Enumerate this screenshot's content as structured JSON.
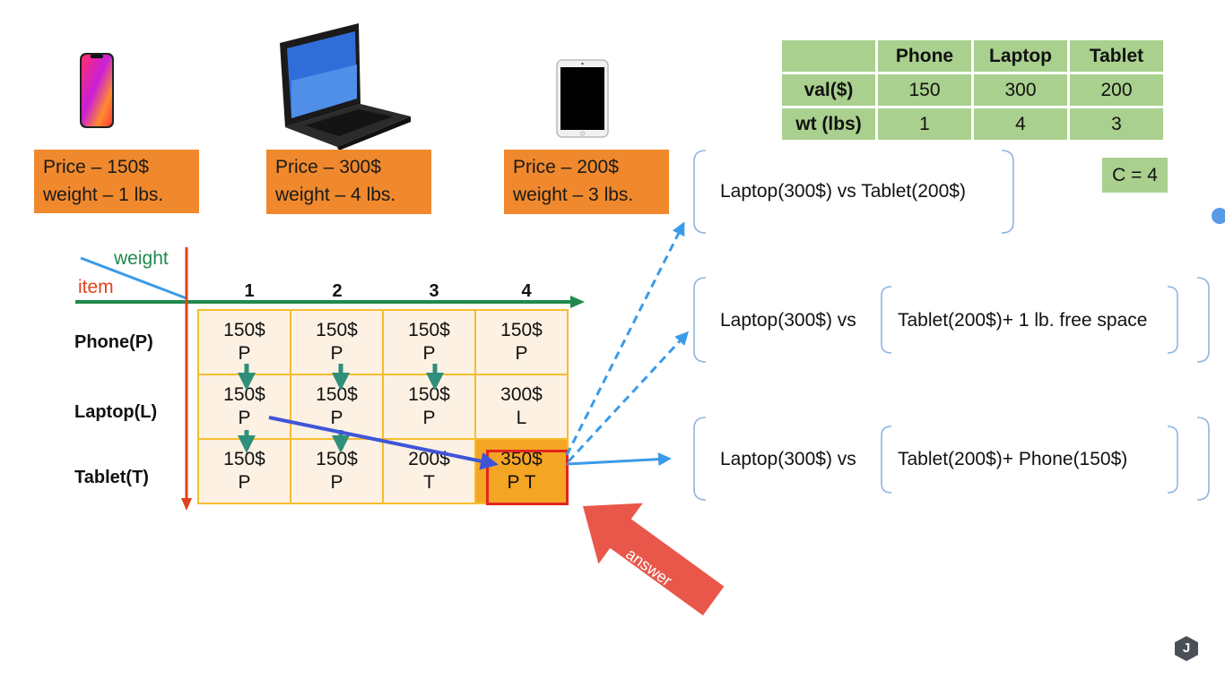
{
  "items": [
    {
      "name": "phone",
      "price_text": "Price – 150$",
      "weight_text": "weight – 1 lbs."
    },
    {
      "name": "laptop",
      "price_text": "Price – 300$",
      "weight_text": "weight – 4 lbs."
    },
    {
      "name": "tablet",
      "price_text": "Price – 200$",
      "weight_text": "weight – 3 lbs."
    }
  ],
  "item_table": {
    "header": [
      "",
      "Phone",
      "Laptop",
      "Tablet"
    ],
    "rows": [
      [
        "val($)",
        "150",
        "300",
        "200"
      ],
      [
        "wt (lbs)",
        "1",
        "4",
        "3"
      ]
    ]
  },
  "capacity": "C = 4",
  "dp_table": {
    "axis_weight": "weight",
    "axis_item": "item",
    "columns": [
      "1",
      "2",
      "3",
      "4"
    ],
    "row_labels": [
      "Phone(P)",
      "Laptop(L)",
      "Tablet(T)"
    ],
    "cells": [
      [
        {
          "v": "150$",
          "s": "P"
        },
        {
          "v": "150$",
          "s": "P"
        },
        {
          "v": "150$",
          "s": "P"
        },
        {
          "v": "150$",
          "s": "P"
        }
      ],
      [
        {
          "v": "150$",
          "s": "P"
        },
        {
          "v": "150$",
          "s": "P"
        },
        {
          "v": "150$",
          "s": "P"
        },
        {
          "v": "300$",
          "s": "L"
        }
      ],
      [
        {
          "v": "150$",
          "s": "P"
        },
        {
          "v": "150$",
          "s": "P"
        },
        {
          "v": "200$",
          "s": "T"
        },
        {
          "v": "350$",
          "s": "P T"
        }
      ]
    ]
  },
  "comparisons": [
    {
      "left": "Laptop(300$) vs Tablet(200$)",
      "right": ""
    },
    {
      "left": "Laptop(300$) vs",
      "right": "Tablet(200$)+ 1 lb. free space"
    },
    {
      "left": "Laptop(300$) vs",
      "right": "Tablet(200$)+ Phone(150$)"
    }
  ],
  "answer_label": "answer",
  "watermark_letter": "J",
  "colors": {
    "orange": "#f0892d",
    "green_table": "#a9d08e",
    "grid_border": "#f5bd2e",
    "cell_bg": "#fdf1e3",
    "answer_bg": "#f5a524",
    "axis_red": "#e0421b",
    "axis_green": "#1f8a4c",
    "arrow_blue": "#3b9be8",
    "arrow_teal": "#2f8f7a",
    "arrow_indigo": "#3f55d8",
    "answer_arrow": "#e9574a"
  }
}
